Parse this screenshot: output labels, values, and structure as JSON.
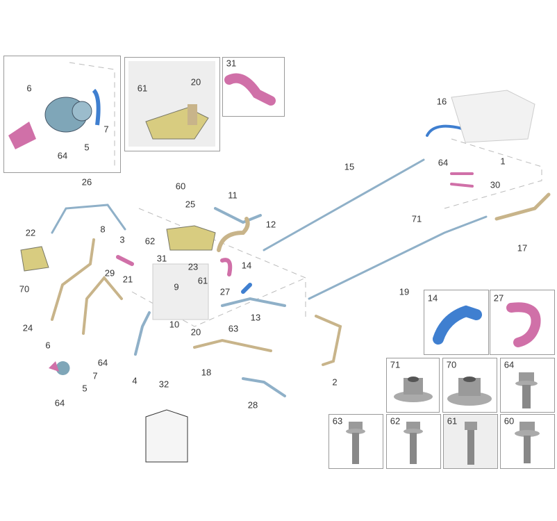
{
  "title": "Cooling system parts diagram",
  "inset_boxes": {
    "pump": [
      "6",
      "5",
      "7",
      "64"
    ],
    "engine_detail": [
      "61",
      "20"
    ],
    "hose_detail": [
      "31"
    ]
  },
  "callouts": [
    "16",
    "64",
    "1",
    "30",
    "15",
    "71",
    "17",
    "19",
    "26",
    "60",
    "25",
    "11",
    "12",
    "22",
    "8",
    "3",
    "62",
    "31",
    "23",
    "21",
    "70",
    "29",
    "9",
    "61",
    "14",
    "27",
    "24",
    "10",
    "20",
    "63",
    "13",
    "2",
    "6",
    "64",
    "7",
    "5",
    "64",
    "4",
    "18",
    "28",
    "32"
  ],
  "detail_boxes": [
    "14",
    "27",
    "71",
    "70",
    "64",
    "63",
    "62",
    "61",
    "60"
  ],
  "colors": {
    "hose_blue": "#8fb0c8",
    "hose_tan": "#c8b48a",
    "hose_pink": "#d070a8",
    "hose_bright_blue": "#3f7fd0",
    "tank_yellow": "#d8cc80",
    "bolt_gray": "#9a9a9a"
  }
}
